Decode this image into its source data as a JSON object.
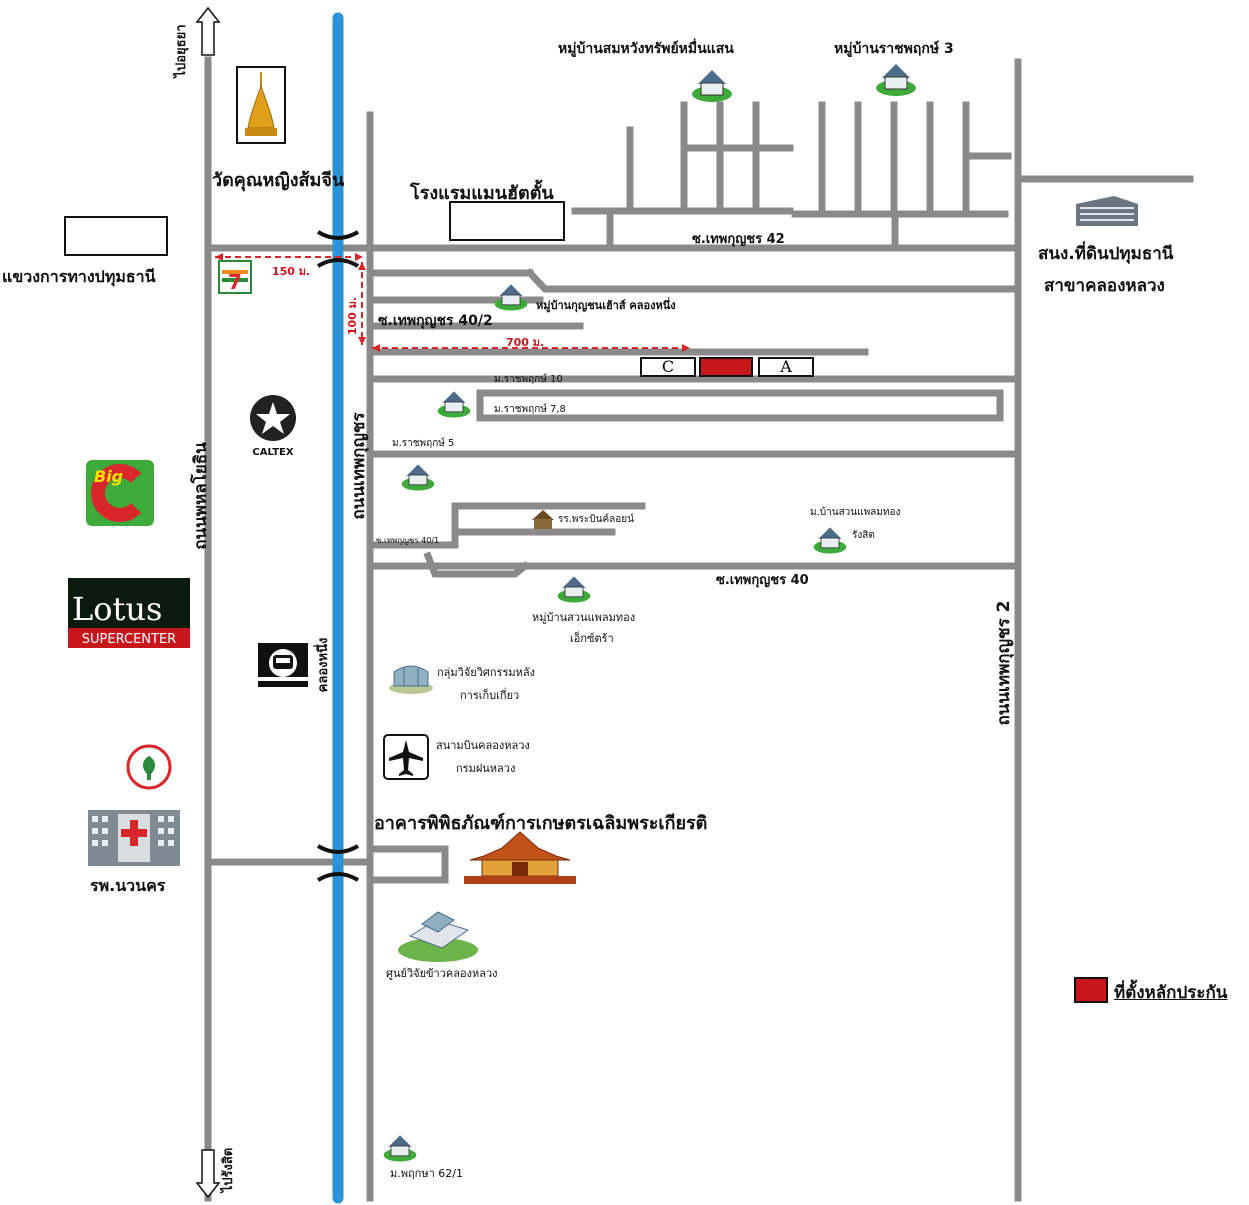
{
  "roads": {
    "phahon_yothin": "ถนนพหลโยธิน",
    "thep_kunchon": "ถนนเทพกุญชร",
    "thep_kunchon_2": "ถนนเทพกุญชร 2",
    "khlong_nueng": "คลองหนึ่ง",
    "soi_42": "ซ.เทพกุญชร 42",
    "soi_40_2": "ซ.เทพกุญชร 40/2",
    "soi_40": "ซ.เทพกุญชร 40",
    "soi_40_1": "ซ.เทพกุญชร 40/1",
    "to_ayutthaya": "ไปอยุธยา",
    "to_rangsit": "ไปรังสิต"
  },
  "places": {
    "wat": "วัดคุณหญิงส้มจีน",
    "hotel": "โรงแรมแมนฮัตตั้น",
    "highway_district": "แขวงการทางปทุมธานี",
    "land_office_1": "สนง.ที่ดินปทุมธานี",
    "land_office_2": "สาขาคลองหลวง",
    "village_sommwang": "หมู่บ้านสมหวังทรัพย์หมื่นแสน",
    "village_ratchaphruek3": "หมู่บ้านราชพฤกษ์ 3",
    "village_kunchon": "หมู่บ้านกุญชนเฮ้าส์ คลองหนึ่ง",
    "ratchaphruek10": "ม.ราชพฤกษ์ 10",
    "ratchaphruek78": "ม.ราชพฤกษ์ 7,8",
    "ratchaphruek5": "ม.ราชพฤกษ์ 5",
    "airline_school": "รร.พระบินค์ลอยน์",
    "suanphlu_1": "ม.บ้านสวนแพลมทอง",
    "suanphlu_2": "รังสิต",
    "village_suan_1": "หมู่บ้านสวนแพลมทอง",
    "village_suan_2": "เอ็กซ์ตร้า",
    "research_1": "กลุ่มวิจัยวิศกรรมหลัง",
    "research_2": "การเก็บเกี่ยว",
    "airport_1": "สนามบินคลองหลวง",
    "airport_2": "กรมฝนหลวง",
    "museum": "อาคารพิพิธภัณฑ์การเกษตรเฉลิมพระเกียรติ",
    "hospital": "รพ.นวนคร",
    "rice_center": "ศูนย์วิจัยข้าวคลองหลวง",
    "village_phruksa": "ม.พฤกษา 62/1",
    "caltex": "CALTEX",
    "big_c": "Big",
    "lotus": "Lotus",
    "lotus_sub": "SUPERCENTER"
  },
  "distances": {
    "d150": "150 ม.",
    "d100": "100 ม.",
    "d700": "700 ม."
  },
  "plots": {
    "c": "C",
    "a": "A"
  },
  "legend": {
    "label": "ที่ตั้งหลักประกัน",
    "color": "#c8161d"
  },
  "colors": {
    "road": "#8a8a8a",
    "canal": "#2a93d5",
    "distance_line": "#d9262b",
    "plot_fill": "#c8161d"
  },
  "icons": [
    "pagoda-icon",
    "seven-eleven-icon",
    "caltex-icon",
    "big-c-icon",
    "lotus-icon",
    "kasikorn-bank-icon",
    "hospital-icon",
    "house-icon",
    "office-building-icon",
    "train-icon",
    "greenhouse-icon",
    "airplane-icon",
    "thai-pavilion-icon",
    "research-building-icon",
    "bridge-icon"
  ]
}
